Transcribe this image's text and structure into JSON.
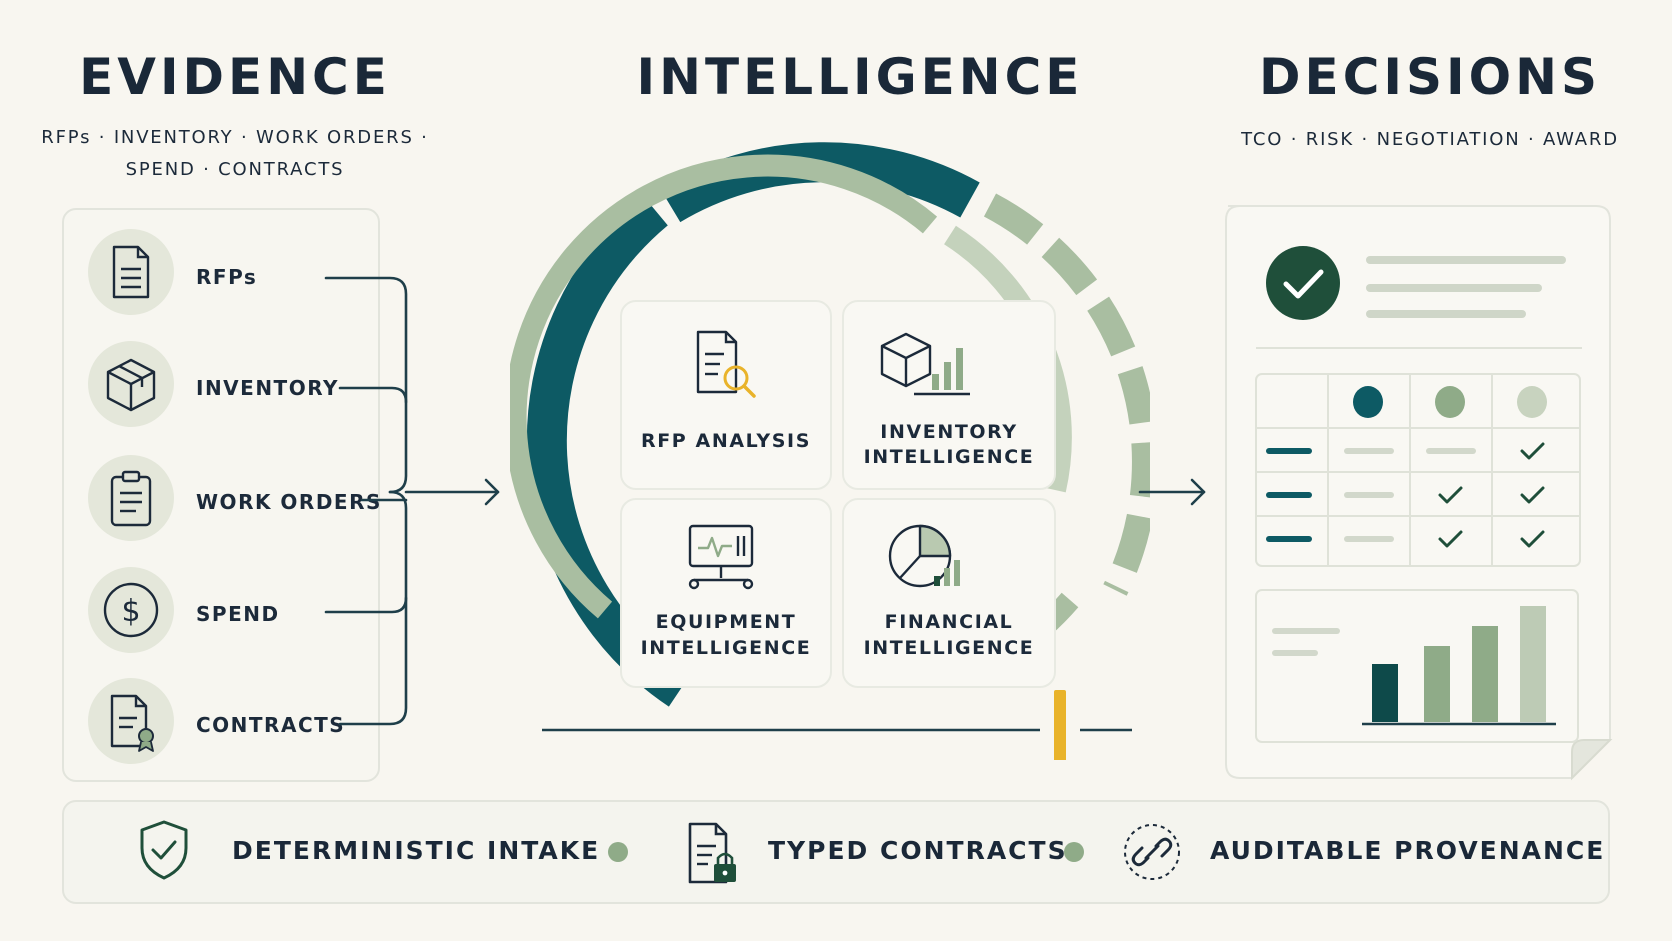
{
  "evidence": {
    "title": "EVIDENCE",
    "subtitle_line1": "RFPs · INVENTORY · WORK ORDERS ·",
    "subtitle_line2": "SPEND · CONTRACTS",
    "items": [
      {
        "label": "RFPs",
        "icon": "document-icon"
      },
      {
        "label": "INVENTORY",
        "icon": "box-icon"
      },
      {
        "label": "WORK ORDERS",
        "icon": "clipboard-icon"
      },
      {
        "label": "SPEND",
        "icon": "dollar-icon"
      },
      {
        "label": "CONTRACTS",
        "icon": "certificate-icon"
      }
    ]
  },
  "intelligence": {
    "title": "INTELLIGENCE",
    "modules": [
      {
        "line1": "RFP ANALYSIS",
        "line2": "",
        "icon": "document-search-icon"
      },
      {
        "line1": "INVENTORY",
        "line2": "INTELLIGENCE",
        "icon": "box-chart-icon"
      },
      {
        "line1": "EQUIPMENT",
        "line2": "INTELLIGENCE",
        "icon": "monitor-icon"
      },
      {
        "line1": "FINANCIAL",
        "line2": "INTELLIGENCE",
        "icon": "pie-chart-icon"
      }
    ]
  },
  "decisions": {
    "title": "DECISIONS",
    "subtitle": "TCO · RISK · NEGOTIATION · AWARD"
  },
  "footer": {
    "items": [
      {
        "label": "DETERMINISTIC INTAKE",
        "icon": "shield-check-icon"
      },
      {
        "label": "TYPED CONTRACTS",
        "icon": "locked-document-icon"
      },
      {
        "label": "AUDITABLE PROVENANCE",
        "icon": "link-icon"
      }
    ]
  },
  "colors": {
    "teal": "#0d5a64",
    "sage": "#8fab88",
    "sage_light": "#b9c9b0",
    "dark_green": "#1f4f3a",
    "accent_yellow": "#e9b32a",
    "background": "#f8f6f0"
  }
}
